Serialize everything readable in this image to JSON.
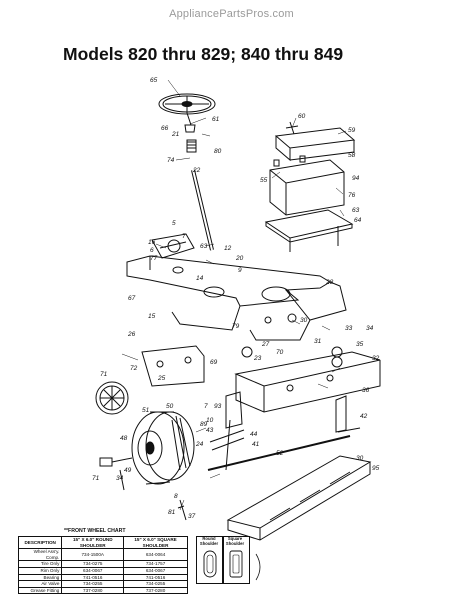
{
  "watermark": "AppliancePartsPros.com",
  "title": "Models 820 thru 829; 840 thru 849",
  "callouts": [
    "65",
    "66",
    "21",
    "61",
    "80",
    "74",
    "22",
    "60",
    "59",
    "55",
    "58",
    "94",
    "76",
    "63",
    "64",
    "5",
    "7",
    "16",
    "6",
    "77",
    "63",
    "12",
    "20",
    "9",
    "14",
    "67",
    "15",
    "28",
    "30",
    "79",
    "26",
    "27",
    "32",
    "34",
    "33",
    "35",
    "31",
    "70",
    "23",
    "25",
    "71",
    "72",
    "69",
    "36",
    "51",
    "50",
    "7",
    "42",
    "89",
    "10",
    "43",
    "48",
    "24",
    "44",
    "41",
    "95",
    "30",
    "71",
    "34",
    "49",
    "8",
    "81",
    "37",
    "52",
    "93"
  ],
  "wheel_chart": {
    "caption": "**FRONT WHEEL CHART",
    "headers": [
      "DESCRIPTION",
      "15\" X 6.0\" ROUND SHOULDER",
      "15\" X 6.0\" SQUARE SHOULDER"
    ],
    "rows": [
      [
        "Wheel Ass'y. Comp.",
        "734-1500A",
        "634-0064"
      ],
      [
        "Tire Only",
        "734-0275",
        "734-1757"
      ],
      [
        "Rim Only",
        "634-0067",
        "634-0067"
      ],
      [
        "Bearing",
        "741-0516",
        "741-0516"
      ],
      [
        "Air Valve",
        "734-0255",
        "734-0255"
      ],
      [
        "Grease Fitting",
        "737-0280",
        "737-0280"
      ]
    ],
    "profiles": [
      "Round Shoulder",
      "Square Shoulder"
    ]
  }
}
